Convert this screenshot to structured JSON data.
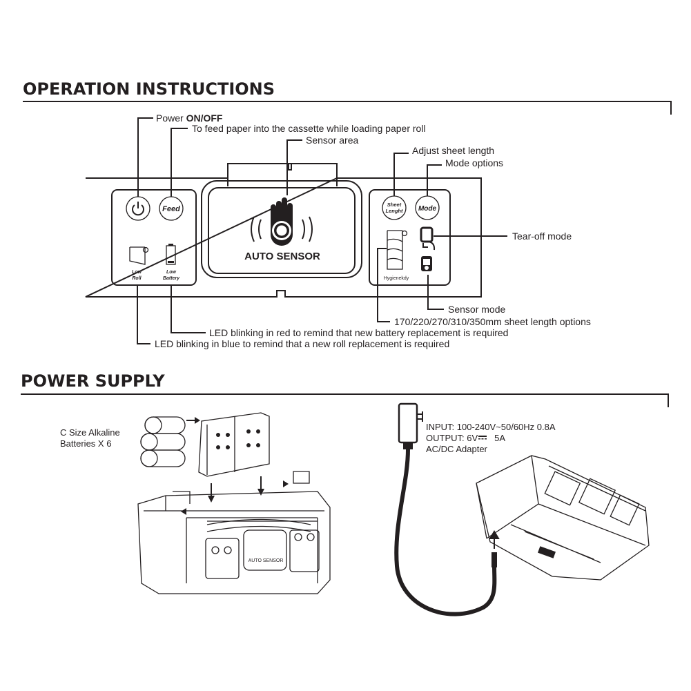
{
  "operation": {
    "title": "OPERATION INSTRUCTIONS",
    "labels": {
      "power_prefix": "Power ",
      "power_bold": "ON/OFF",
      "feed": "To feed paper into the cassette while loading paper roll",
      "sensor_area": "Sensor area",
      "adjust_sheet": "Adjust sheet length",
      "mode_options": "Mode options",
      "tear_off": "Tear-off mode",
      "sensor_mode": "Sensor mode",
      "sheet_options": "170/220/270/310/350mm sheet length options",
      "battery_led": "LED blinking in red to remind that new battery replacement is required",
      "roll_led": "LED blinking in blue to remind that a new roll replacement is required"
    },
    "panel": {
      "feed_button": "Feed",
      "sheet_button_line1": "Sheet",
      "sheet_button_line2": "Lenght",
      "mode_button": "Mode",
      "auto_sensor": "AUTO SENSOR",
      "low_roll_1": "Low",
      "low_roll_2": "Roll",
      "low_battery_1": "Low",
      "low_battery_2": "Battery",
      "brand": "Hygienekdy"
    }
  },
  "power_supply": {
    "title": "POWER SUPPLY",
    "batteries_line1": "C Size Alkaline",
    "batteries_line2": "Batteries X 6",
    "adapter_input": "INPUT: 100-240V~50/60Hz  0.8A",
    "adapter_output_prefix": "OUTPUT: 6V",
    "adapter_output_suffix": "5A",
    "adapter_name": "AC/DC Adapter",
    "illustration_label": "AUTO SENSOR"
  }
}
